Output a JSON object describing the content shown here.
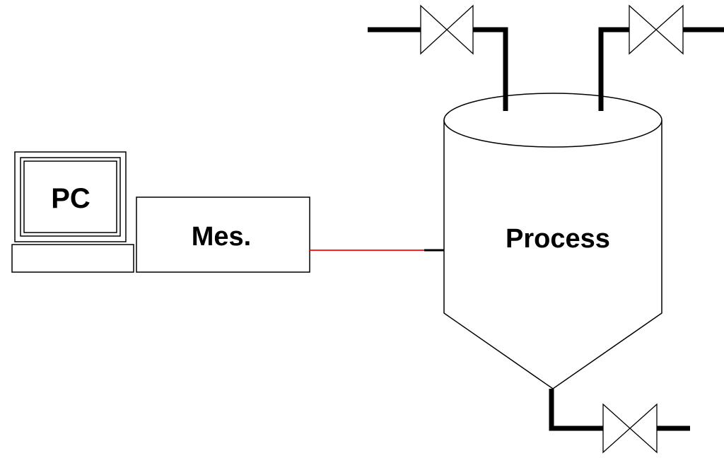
{
  "diagram": {
    "computer": {
      "label": "PC"
    },
    "measurement": {
      "label": "Mes."
    },
    "vessel": {
      "label": "Process"
    },
    "valves": [
      {
        "name": "inlet-valve-top-left"
      },
      {
        "name": "inlet-valve-top-right"
      },
      {
        "name": "outlet-valve-bottom"
      }
    ],
    "colors": {
      "signal_line": "#ff0000",
      "stroke": "#000000",
      "fill": "#ffffff"
    }
  }
}
